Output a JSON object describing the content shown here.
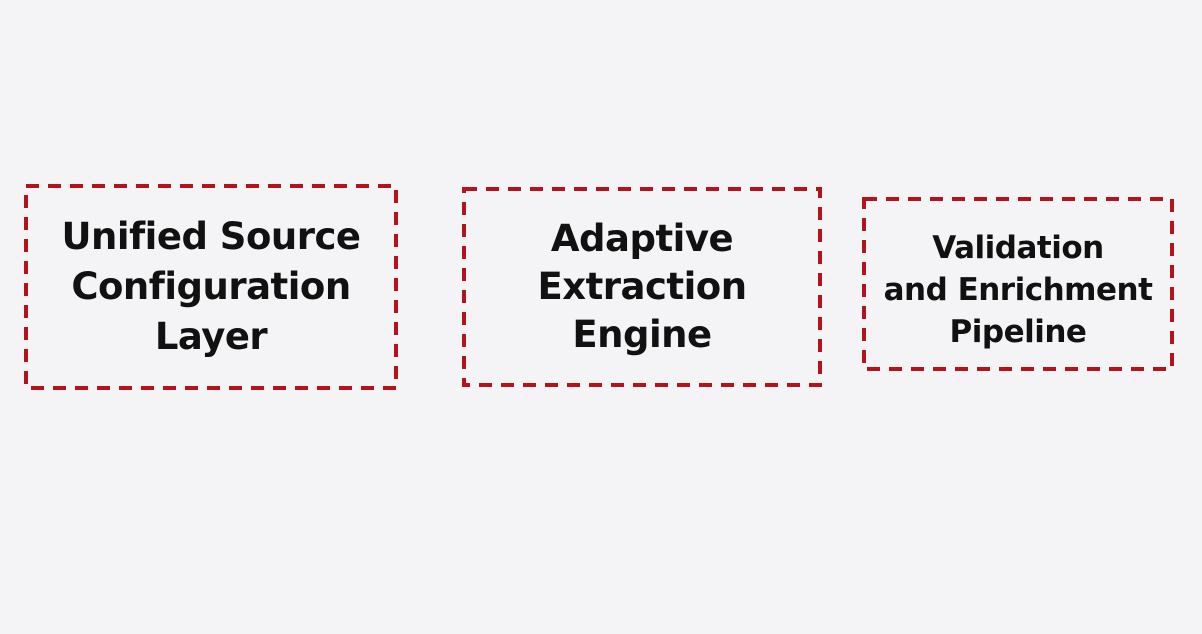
{
  "diagram": {
    "border_color": "#b5121b",
    "background_color": "#f4f4f6",
    "boxes": [
      {
        "label": "Unified Source\nConfiguration\nLayer"
      },
      {
        "label": "Adaptive\nExtraction\nEngine"
      },
      {
        "label": "Validation\nand Enrichment\nPipeline"
      }
    ]
  }
}
